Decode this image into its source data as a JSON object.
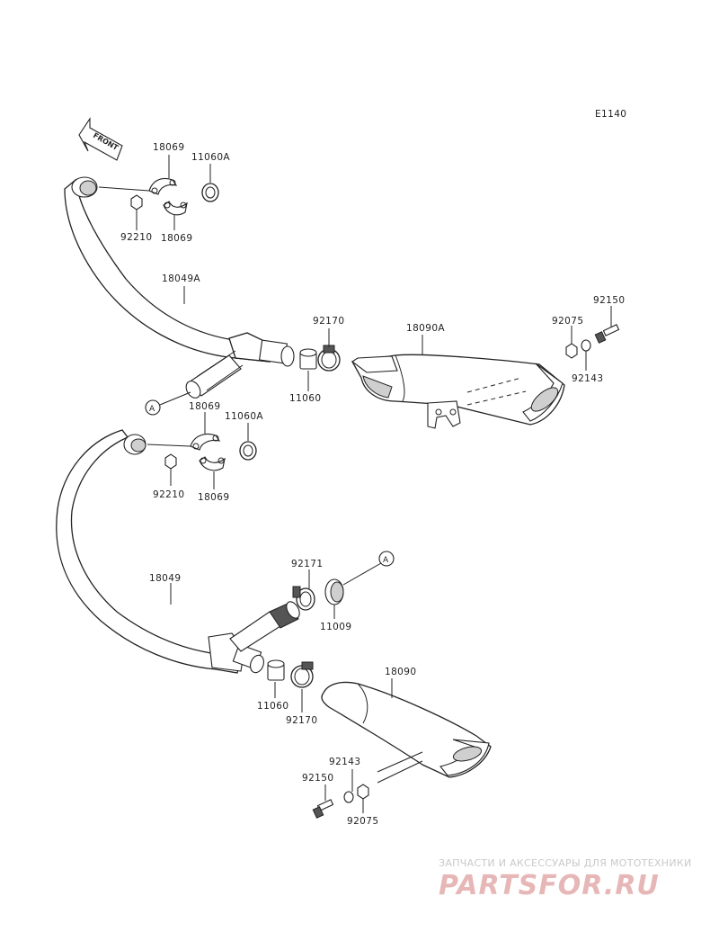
{
  "diagram_code": "E1140",
  "front_label": "FRONT",
  "ref_marker": "A",
  "parts": {
    "clamp_top_a": "18069",
    "gasket_top": "11060A",
    "nut_top": "92210",
    "clamp_top_b": "18069",
    "exhaust_pipe_a": "18049A",
    "clamp_band_top": "92170",
    "muffler_a": "18090A",
    "bolt_top": "92150",
    "nut_muffler_top": "92075",
    "washer_top": "92143",
    "gasket_joint_top": "11060",
    "clamp_bot_a": "18069",
    "gasket_bot": "11060A",
    "nut_bot": "92210",
    "clamp_bot_b": "18069",
    "clamp_band_small": "92171",
    "exhaust_pipe": "18049",
    "gasket_cross": "11009",
    "muffler": "18090",
    "gasket_joint_bot": "11060",
    "clamp_band_bot": "92170",
    "washer_bot": "92143",
    "bolt_bot": "92150",
    "nut_muffler_bot": "92075"
  },
  "watermark": {
    "subtitle": "ЗАПЧАСТИ И АКСЕССУАРЫ ДЛЯ МОТОТЕХНИКИ",
    "brand": "PARTSFOR.RU"
  }
}
